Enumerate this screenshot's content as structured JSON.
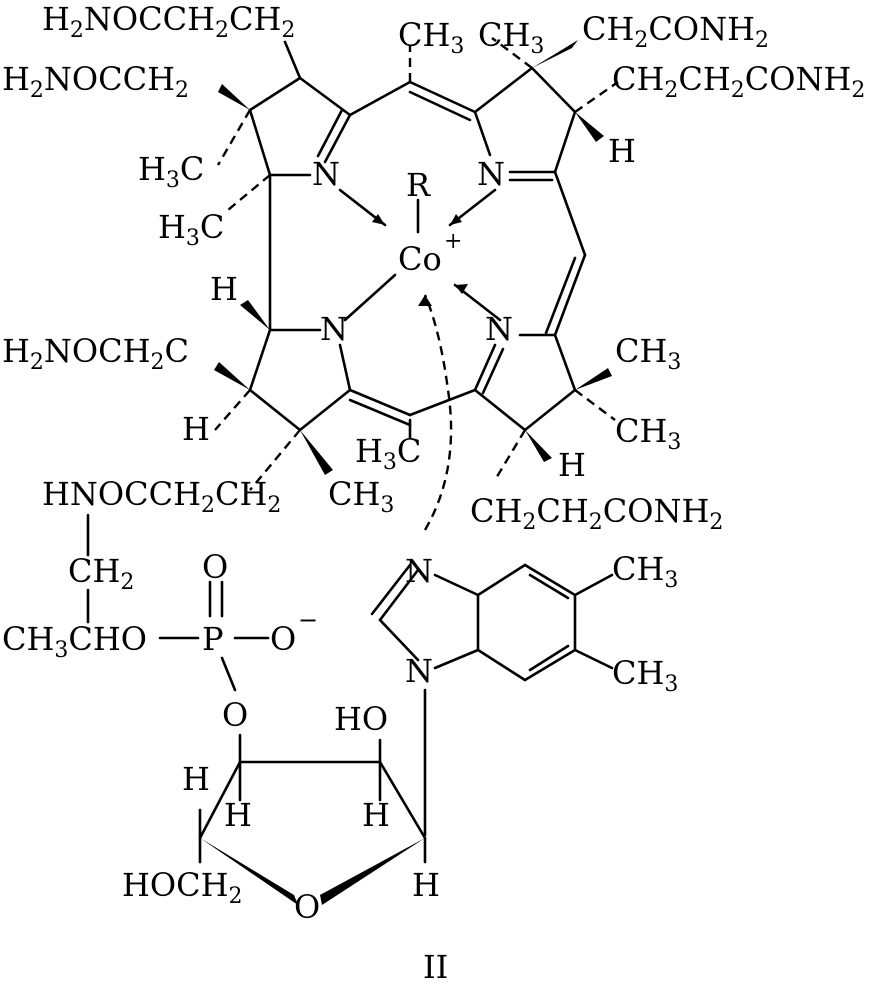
{
  "caption": "II",
  "labels": {
    "h2nocch2ch2_top": "H2NOCCH2CH2",
    "h2nocch2_left": "H2NOCCH2",
    "ch3_top": "CH3",
    "ch3_top2": "CH3",
    "ch2conh2_top": "CH2CONH2",
    "ch2ch2conh2_right": "CH2CH2CONH2",
    "h_ringB": "H",
    "h3c_a": "H3C",
    "h3c_b": "H3C",
    "n_ringA": "N",
    "n_ringB": "N",
    "n_ringC": "N",
    "n_ringD": "N",
    "r_ligand": "R",
    "co": "Co",
    "co_charge": "+",
    "h_ringD": "H",
    "h2noch2c": "H2NOCH2C",
    "h_ringD2": "H",
    "ch3_c1": "CH3",
    "ch3_c2": "CH3",
    "h3c_mid": "H3C",
    "h_ringC": "H",
    "ch3_ringD": "CH3",
    "hnocch2ch2": "HNOCCH2CH2",
    "ch2ch2conh2_bottom": "CH2CH2CONH2",
    "ch2_chain": "CH2",
    "o_dbl": "O",
    "ch3cho": "CH3CHO",
    "p": "P",
    "o_minus": "O",
    "minus": "−",
    "o_ester": "O",
    "n_benz1": "N",
    "n_benz2": "N",
    "ch3_benz1": "CH3",
    "ch3_benz2": "CH3",
    "ho_sugar": "HO",
    "h_s1": "H",
    "h_s2": "H",
    "h_s3": "H",
    "h_s4": "H",
    "hoch2": "HOCH2",
    "o_ring": "O"
  }
}
